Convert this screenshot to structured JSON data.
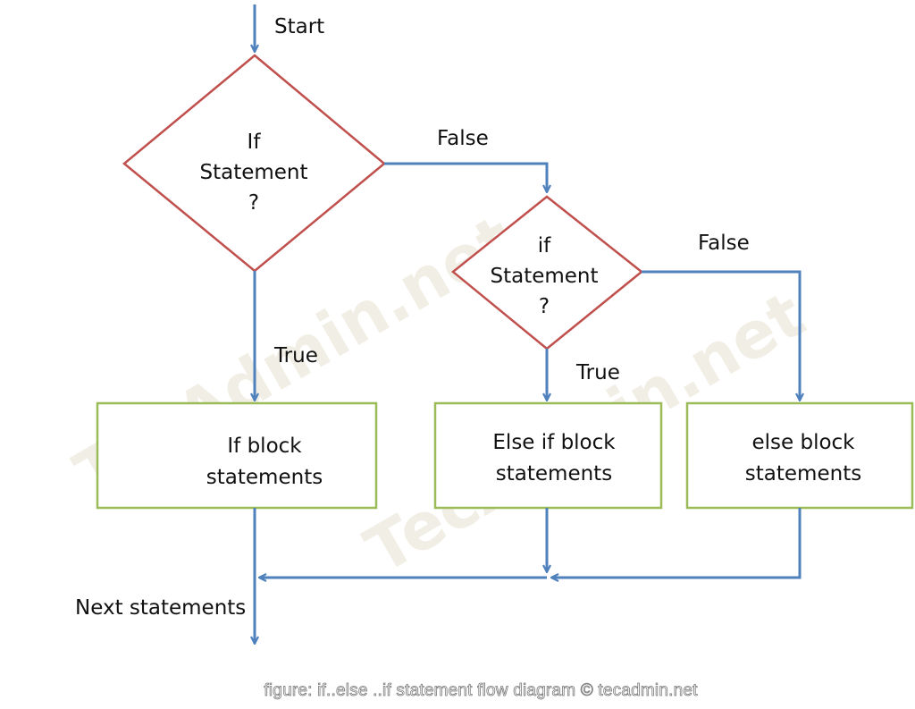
{
  "diagram": {
    "start_label": "Start",
    "decision1_lines": [
      "If",
      "Statement",
      "?"
    ],
    "decision1_false_label": "False",
    "decision1_true_label": "True",
    "decision2_lines": [
      "if",
      "Statement",
      "?"
    ],
    "decision2_false_label": "False",
    "decision2_true_label": "True",
    "if_block_lines": [
      "If block",
      "statements"
    ],
    "else_if_block_lines": [
      "Else if block",
      "statements"
    ],
    "else_block_lines": [
      "else block",
      "statements"
    ],
    "next_label": "Next statements"
  },
  "caption": "figure: if..else ..if statement flow diagram © tecadmin.net",
  "watermark": "TecAdmin.net",
  "colors": {
    "arrow": "#4f81bd",
    "decision_stroke": "#c0504d",
    "block_stroke": "#9bbb59"
  }
}
